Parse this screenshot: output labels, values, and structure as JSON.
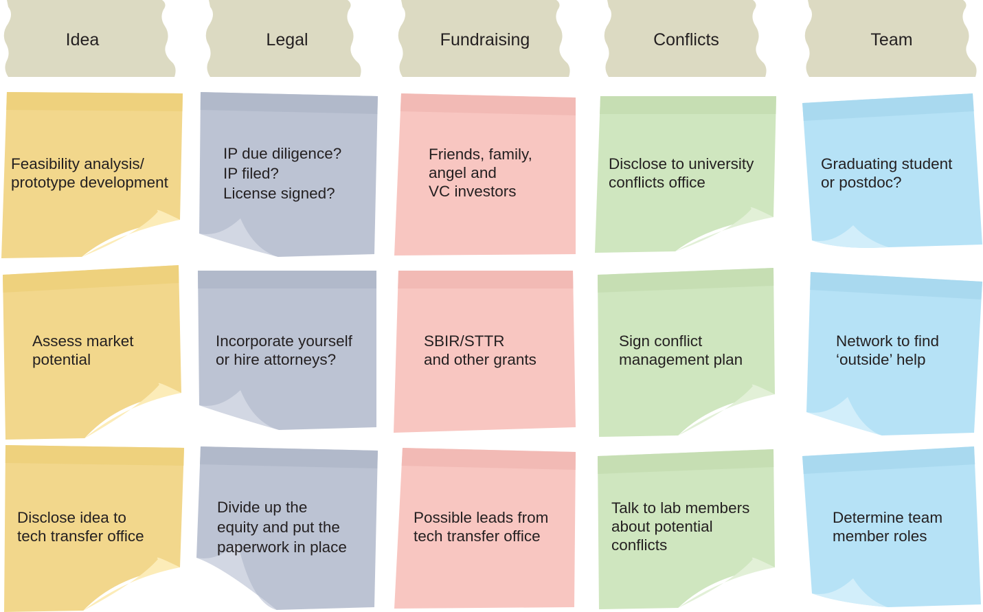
{
  "colors": {
    "header_tab": "#dcdac2",
    "idea": "#f2d78c",
    "idea_band": "#ecd079",
    "idea_curl": "#fcecb8",
    "legal": "#bcc3d3",
    "legal_band": "#aeb6c8",
    "legal_curl": "#d2d7e3",
    "fundraising": "#f8c6c1",
    "fundraising_band": "#f0b7b2",
    "fundraising_curl": "#fbdad6",
    "conflicts": "#cfe6bf",
    "conflicts_band": "#c3dcb0",
    "conflicts_curl": "#e2f0d7",
    "team": "#b6e2f6",
    "team_band": "#a6d7ed",
    "team_curl": "#d2eefa",
    "text": "#231f20"
  },
  "columns": [
    {
      "header": "Idea",
      "color_key": "idea",
      "notes": [
        "Feasibility analysis/\nprototype development",
        "Assess market\npotential",
        "Disclose idea to\ntech transfer office"
      ]
    },
    {
      "header": "Legal",
      "color_key": "legal",
      "notes": [
        "IP due diligence?\nIP filed?\nLicense signed?",
        "Incorporate yourself\nor hire attorneys?",
        "Divide up the\nequity and put the\npaperwork in place"
      ]
    },
    {
      "header": "Fundraising",
      "color_key": "fundraising",
      "notes": [
        "Friends, family,\nangel and\nVC investors",
        "SBIR/STTR\nand other grants",
        "Possible leads from\ntech transfer office"
      ]
    },
    {
      "header": "Conflicts",
      "color_key": "conflicts",
      "notes": [
        "Disclose to university\nconflicts office",
        "Sign conflict\nmanagement plan",
        "Talk to lab members\nabout potential\nconflicts"
      ]
    },
    {
      "header": "Team",
      "color_key": "team",
      "notes": [
        "Graduating student\nor postdoc?",
        "Network to find\n‘outside’ help",
        "Determine team\nmember roles"
      ]
    }
  ]
}
